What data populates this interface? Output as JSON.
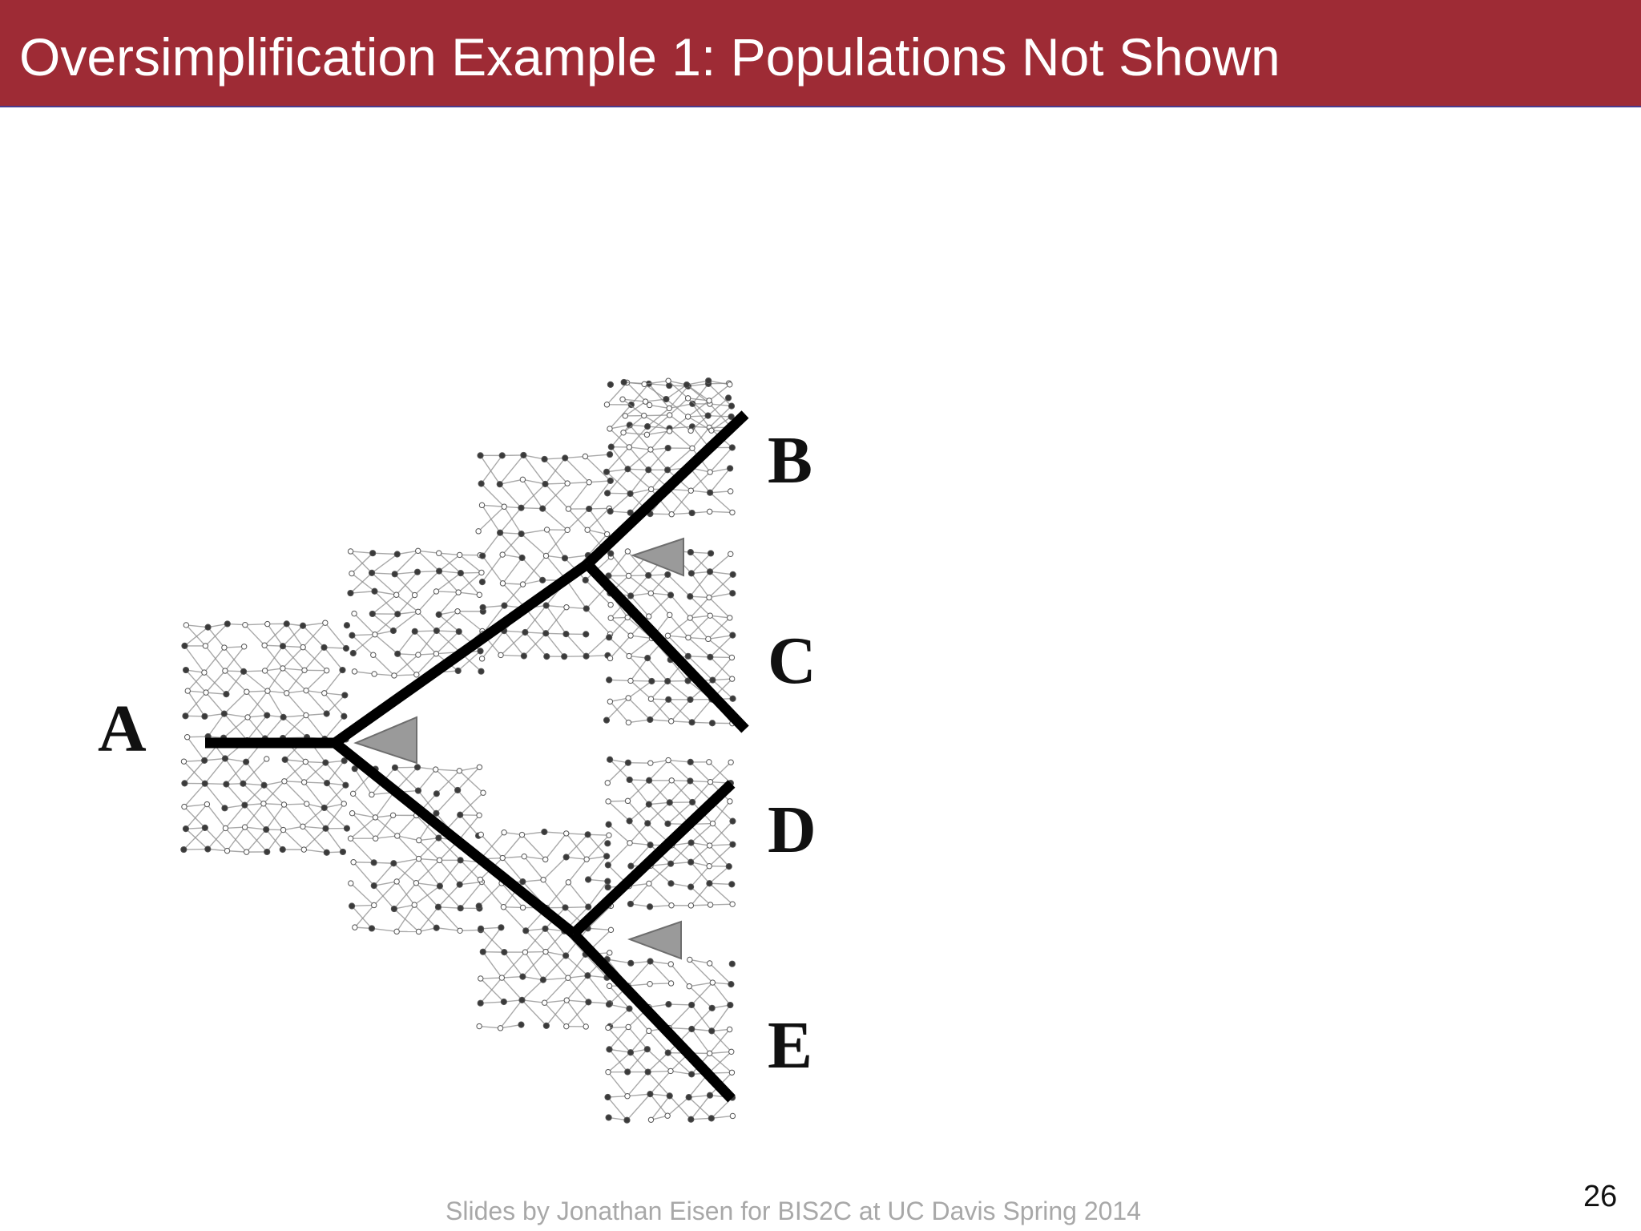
{
  "slide": {
    "title": "Oversimplification Example 1: Populations Not Shown",
    "footer": "Slides by Jonathan Eisen for BIS2C at UC Davis Spring 2014",
    "page_number": "26"
  },
  "diagram": {
    "labels": {
      "a": "A",
      "b": "B",
      "c": "C",
      "d": "D",
      "e": "E"
    },
    "colors": {
      "title_bar": "#9e2b35",
      "tree_lines": "#000000",
      "population_network": "#8c8c8c",
      "speciation_triangle": "#9a9a9a"
    }
  }
}
